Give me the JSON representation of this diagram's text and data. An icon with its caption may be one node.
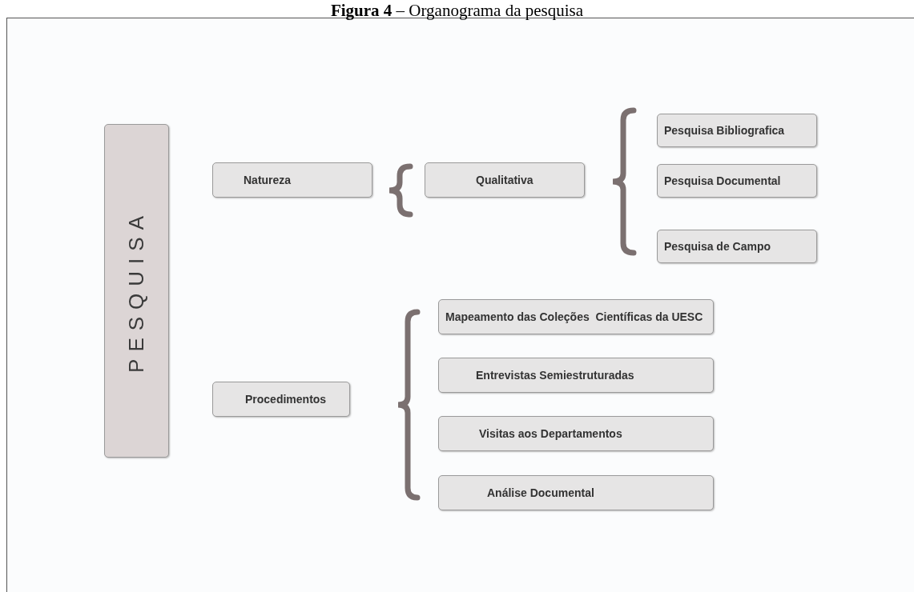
{
  "diagram": {
    "title": "**Figura 4** – Organograma da pesquisa",
    "nodes": [
      {
        "text": [
          "PESQUISA"
        ]
      },
      {
        "text": [
          "Natureza"
        ]
      },
      {
        "text": [
          "Qualitativa"
        ]
      },
      {
        "text": [
          "Pesquisa Bibliografica"
        ]
      },
      {
        "text": [
          "Pesquisa Documental"
        ]
      },
      {
        "text": [
          "Pesquisa de Campo"
        ]
      },
      {
        "text": [
          "Procedimentos"
        ]
      },
      {
        "text": [
          "Mapeamento das Coleções  Científicas da UESC"
        ]
      },
      {
        "text": [
          "Entrevistas Semiestruturadas"
        ]
      },
      {
        "text": [
          "Visitas aos Departamentos"
        ]
      },
      {
        "text": [
          "Análise Documental"
        ]
      }
    ],
    "edges": []
  }
}
